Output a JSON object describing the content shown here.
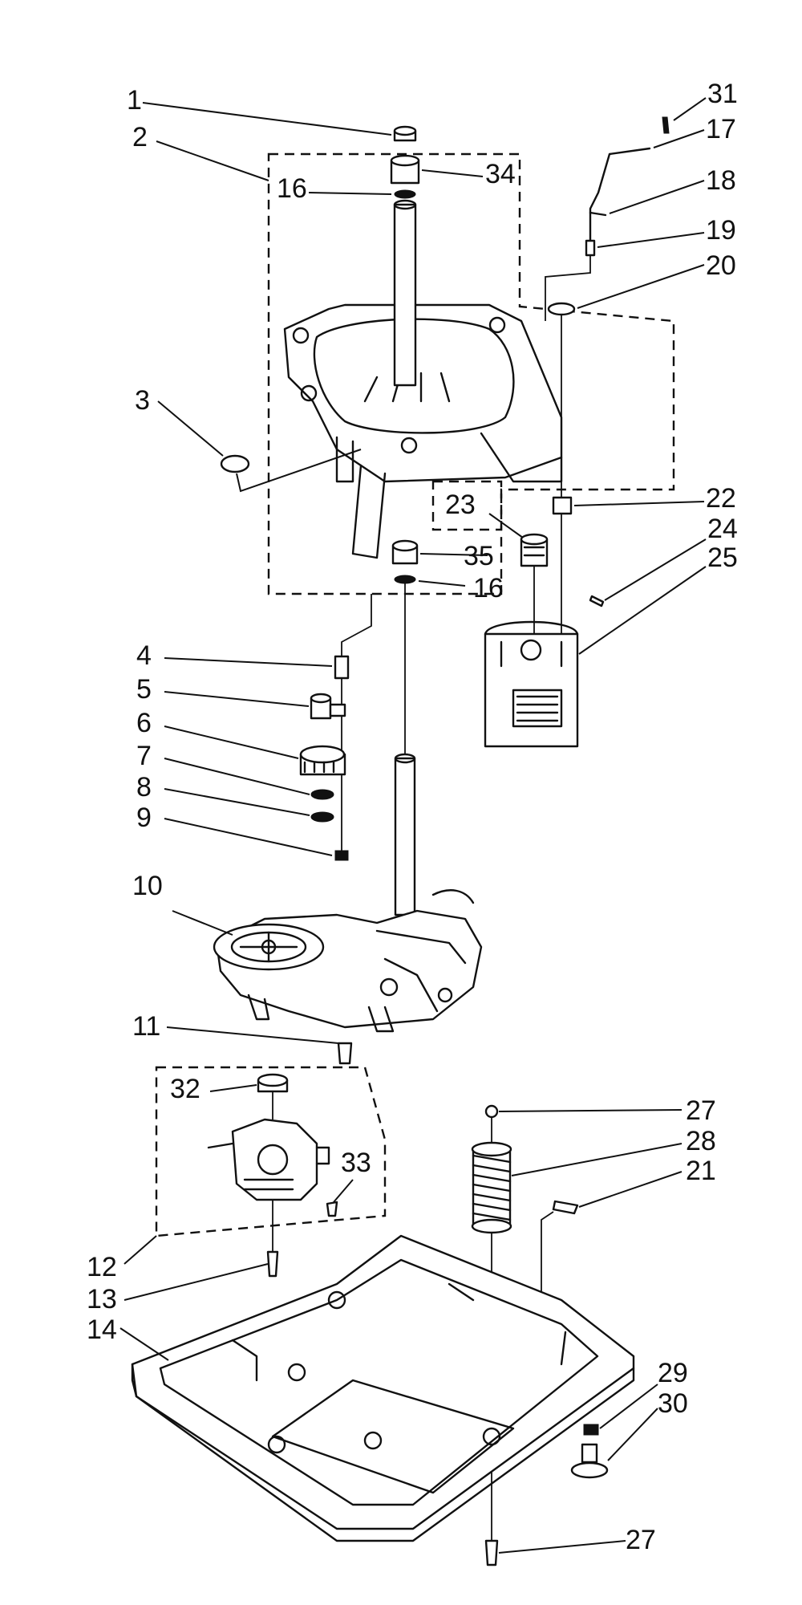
{
  "diagram": {
    "callouts": {
      "c1": "1",
      "c2": "2",
      "c3": "3",
      "c4": "4",
      "c5": "5",
      "c6": "6",
      "c7": "7",
      "c8": "8",
      "c9": "9",
      "c10": "10",
      "c11": "11",
      "c12": "12",
      "c13": "13",
      "c14": "14",
      "c16a": "16",
      "c16b": "16",
      "c17": "17",
      "c18": "18",
      "c19": "19",
      "c20": "20",
      "c21": "21",
      "c22": "22",
      "c23": "23",
      "c24": "24",
      "c25": "25",
      "c27a": "27",
      "c27b": "27",
      "c28": "28",
      "c29": "29",
      "c30": "30",
      "c31": "31",
      "c32": "32",
      "c33": "33",
      "c34": "34",
      "c35": "35"
    }
  }
}
